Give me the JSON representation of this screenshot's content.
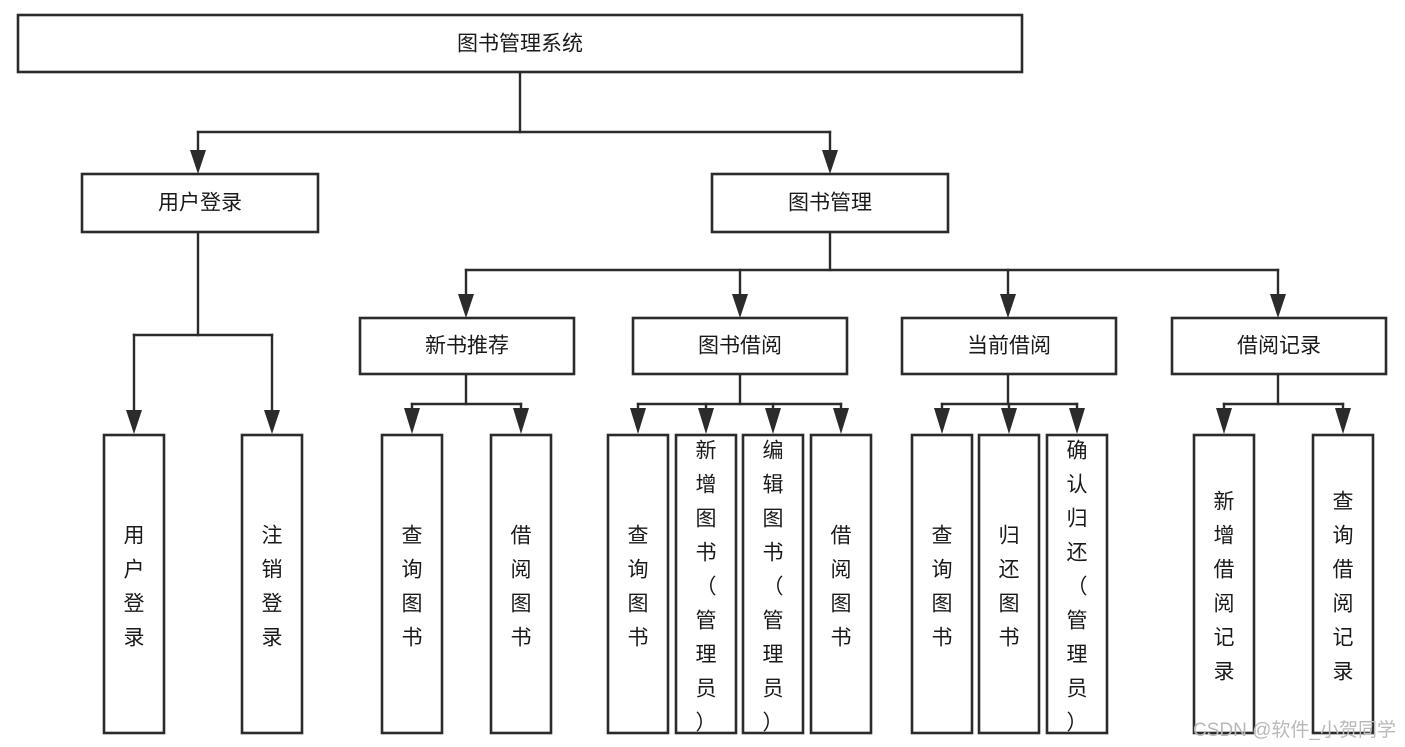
{
  "diagram": {
    "type": "hierarchy-tree",
    "title": "图书管理系统",
    "root": {
      "id": "root",
      "label": "图书管理系统",
      "orientation": "horizontal"
    },
    "level1": [
      {
        "id": "user-login",
        "label": "用户登录",
        "orientation": "horizontal"
      },
      {
        "id": "book-management",
        "label": "图书管理",
        "orientation": "horizontal"
      }
    ],
    "level2": [
      {
        "id": "new-book-recommend",
        "label": "新书推荐",
        "parent": "book-management",
        "orientation": "horizontal"
      },
      {
        "id": "book-borrow",
        "label": "图书借阅",
        "parent": "book-management",
        "orientation": "horizontal"
      },
      {
        "id": "current-borrow",
        "label": "当前借阅",
        "parent": "book-management",
        "orientation": "horizontal"
      },
      {
        "id": "borrow-record",
        "label": "借阅记录",
        "parent": "book-management",
        "orientation": "horizontal"
      }
    ],
    "leaves": [
      {
        "id": "leaf-user-login",
        "label": "用户登录",
        "parent": "user-login",
        "orientation": "vertical"
      },
      {
        "id": "leaf-user-logout",
        "label": "注销登录",
        "parent": "user-login",
        "orientation": "vertical"
      },
      {
        "id": "leaf-query-book-1",
        "label": "查询图书",
        "parent": "new-book-recommend",
        "orientation": "vertical"
      },
      {
        "id": "leaf-borrow-book-1",
        "label": "借阅图书",
        "parent": "new-book-recommend",
        "orientation": "vertical"
      },
      {
        "id": "leaf-query-book-2",
        "label": "查询图书",
        "parent": "book-borrow",
        "orientation": "vertical"
      },
      {
        "id": "leaf-add-book",
        "label": "新增图书（管理员）",
        "parent": "book-borrow",
        "orientation": "vertical"
      },
      {
        "id": "leaf-edit-book",
        "label": "编辑图书（管理员）",
        "parent": "book-borrow",
        "orientation": "vertical"
      },
      {
        "id": "leaf-borrow-book-2",
        "label": "借阅图书",
        "parent": "book-borrow",
        "orientation": "vertical"
      },
      {
        "id": "leaf-query-book-3",
        "label": "查询图书",
        "parent": "current-borrow",
        "orientation": "vertical"
      },
      {
        "id": "leaf-return-book",
        "label": "归还图书",
        "parent": "current-borrow",
        "orientation": "vertical"
      },
      {
        "id": "leaf-confirm-return",
        "label": "确认归还（管理员）",
        "parent": "current-borrow",
        "orientation": "vertical"
      },
      {
        "id": "leaf-add-record",
        "label": "新增借阅记录",
        "parent": "borrow-record",
        "orientation": "vertical"
      },
      {
        "id": "leaf-query-record",
        "label": "查询借阅记录",
        "parent": "borrow-record",
        "orientation": "vertical"
      }
    ],
    "colors": {
      "stroke": "#2b2b2b",
      "fill": "#ffffff",
      "text": "#1a1a1a",
      "watermark": "#b9b9b9",
      "background": "#ffffff"
    }
  },
  "watermark": {
    "text": "CSDN @软件_小贺同学"
  }
}
